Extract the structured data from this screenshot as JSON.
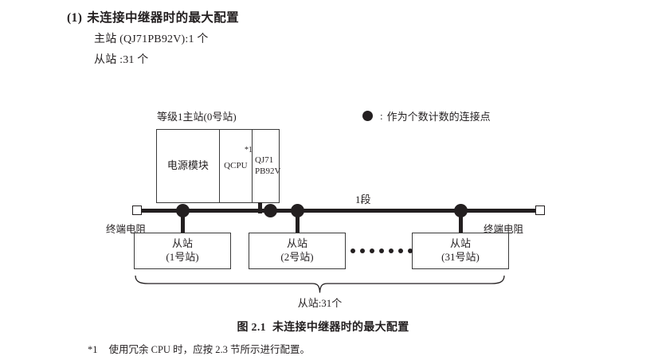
{
  "heading": {
    "number": "(1)",
    "title": "未连接中继器时的最大配置",
    "spec_master": "主站 (QJ71PB92V):1 个",
    "spec_slave": "从站 :31 个"
  },
  "legend": {
    "icon": "filled-circle-icon",
    "colon": ":",
    "text": "作为个数计数的连接点"
  },
  "diagram": {
    "master": {
      "caption": "等级1主站(0号站)",
      "cells": [
        {
          "label": "电源模块",
          "note": ""
        },
        {
          "label": "QCPU",
          "note": "*1"
        },
        {
          "label_line1": "QJ71",
          "label_line2": "PB92V",
          "note": ""
        }
      ]
    },
    "bus": {
      "segment_label": "1段",
      "terminator_left": "终端电阻",
      "terminator_right": "终端电阻",
      "connection_points": 4
    },
    "slaves": [
      {
        "line1": "从站",
        "line2": "(1号站)"
      },
      {
        "line1": "从站",
        "line2": "(2号站)"
      },
      {
        "line1": "从站",
        "line2": "(31号站)"
      }
    ],
    "ellipsis_count": 7,
    "brace_label": "从站:31个"
  },
  "figure": {
    "number": "图 2.1",
    "caption": "未连接中继器时的最大配置"
  },
  "footnote": {
    "marker": "*1",
    "text": "使用冗余 CPU 时，应按 2.3 节所示进行配置。"
  },
  "colors": {
    "ink": "#231f20",
    "rule": "#3a3a3a",
    "page": "#ffffff"
  }
}
